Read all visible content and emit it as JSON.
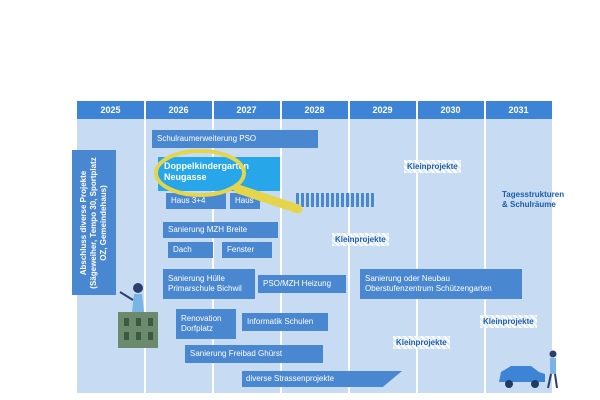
{
  "years": [
    "2025",
    "2026",
    "2027",
    "2028",
    "2029",
    "2030",
    "2031"
  ],
  "projects": {
    "schulraum": "Schulraumerweiterung PSO",
    "doppelkindergarten": "Doppelkindergarten Neugasse",
    "haus34": "Haus 3+4",
    "haus_partial": "Haus",
    "mzh_breite": "Sanierung MZH Breite",
    "dach": "Dach",
    "fenster": "Fenster",
    "huelle": "Sanierung Hülle Primarschule Bichwil",
    "pso_mzh": "PSO/MZH Heizung",
    "oberstufe": "Sanierung oder Neubau Oberstufenzentrum Schützengarten",
    "renovation": "Renovation Dorfplatz",
    "informatik": "Informatik Schulen",
    "freibad": "Sanierung Freibad Ghürst",
    "strassen": "diverse Strassenprojekte"
  },
  "labels": {
    "kleinprojekte_1": "Kleinprojekte",
    "kleinprojekte_2": "Kleinprojekte",
    "kleinprojekte_3": "Kleinprojekte",
    "kleinprojekte_4": "Kleinprojekte",
    "tagesstrukturen": "Tagesstrukturen & Schulräume"
  },
  "abschluss": "Abschluss diverse Projekte (Sägeweiher, Tempo 30, Sportplatz OZ, Gemeindehaus)",
  "icons": [
    "magnifier-icon",
    "person-icon",
    "building-icon",
    "car-icon"
  ]
}
